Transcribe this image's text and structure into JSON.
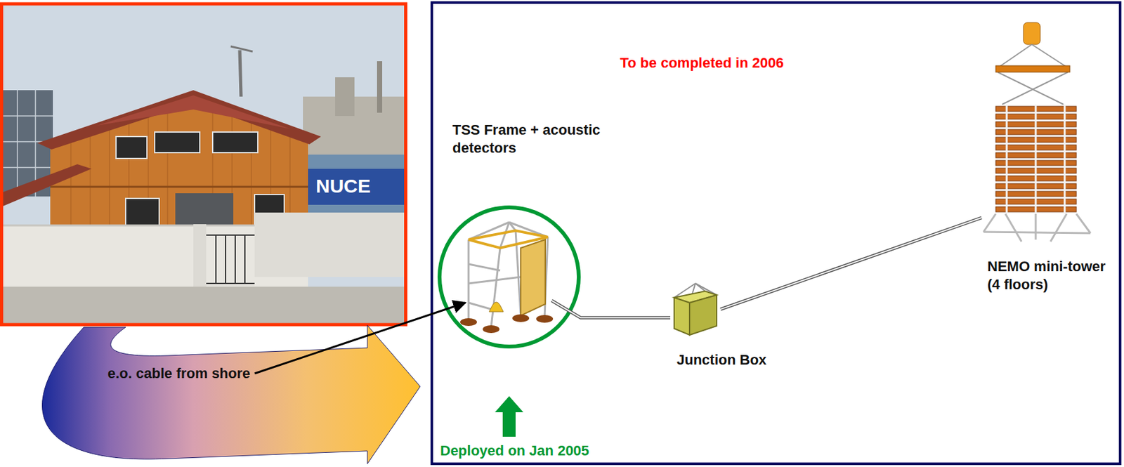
{
  "diagram": {
    "nodes": [
      {
        "text": [
          "TSS Frame + acoustic detectors"
        ]
      },
      {
        "text": [
          "Junction Box"
        ]
      },
      {
        "text": [
          "NEMO mini-tower (4 floors)"
        ]
      }
    ],
    "edges": [
      {
        "from": 0,
        "to": 1,
        "arrow": "none"
      },
      {
        "from": 1,
        "to": 2,
        "arrow": "none"
      }
    ],
    "labels": [
      "NUCE",
      "To be completed in 2006",
      "e.o. cable from shore",
      "Deployed on Jan 2005"
    ]
  }
}
